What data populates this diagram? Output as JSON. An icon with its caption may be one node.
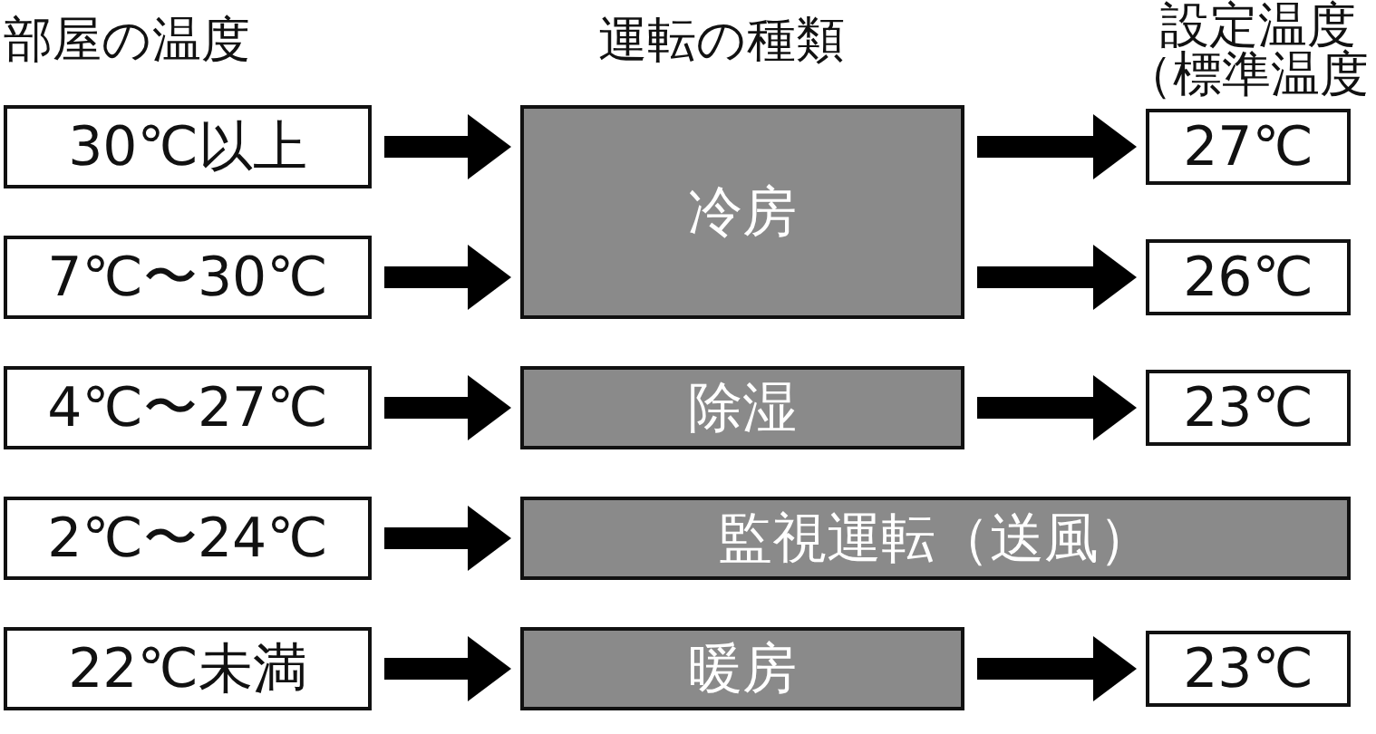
{
  "diagram": {
    "nodes": [
      {
        "text": [
          "30℃以上"
        ]
      },
      {
        "text": [
          "7℃〜30℃"
        ]
      },
      {
        "text": [
          "4℃〜27℃"
        ]
      },
      {
        "text": [
          "2℃〜24℃"
        ]
      },
      {
        "text": [
          "22℃未満"
        ]
      },
      {
        "text": [
          "冷房"
        ]
      },
      {
        "text": [
          "除湿"
        ]
      },
      {
        "text": [
          "監視運転（送風）"
        ]
      },
      {
        "text": [
          "暖房"
        ]
      },
      {
        "text": [
          "27℃"
        ]
      },
      {
        "text": [
          "26℃"
        ]
      },
      {
        "text": [
          "23℃"
        ]
      },
      {
        "text": [
          "23℃"
        ]
      }
    ],
    "edges": [
      {
        "from": 0,
        "to": 5,
        "arrow": "to"
      },
      {
        "from": 1,
        "to": 5,
        "arrow": "to"
      },
      {
        "from": 2,
        "to": 6,
        "arrow": "to"
      },
      {
        "from": 3,
        "to": 7,
        "arrow": "to"
      },
      {
        "from": 4,
        "to": 8,
        "arrow": "to"
      },
      {
        "from": 5,
        "to": 9,
        "arrow": "to"
      },
      {
        "from": 5,
        "to": 10,
        "arrow": "to"
      },
      {
        "from": 6,
        "to": 11,
        "arrow": "to"
      },
      {
        "from": 8,
        "to": 12,
        "arrow": "to"
      }
    ],
    "labels": [
      "部屋の温度",
      "運転の種類",
      "設定温度",
      "（標準温度"
    ]
  }
}
